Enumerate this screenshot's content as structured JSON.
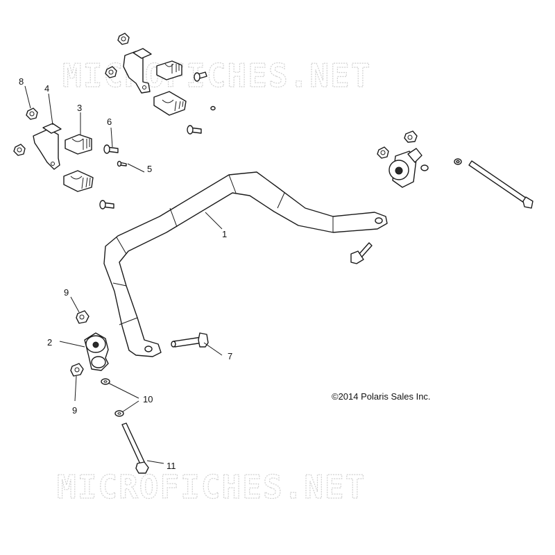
{
  "watermark_text": "MICROFICHES.NET",
  "copyright": "©2014 Polaris Sales Inc.",
  "callouts": {
    "c1": "1",
    "c2": "2",
    "c3": "3",
    "c4": "4",
    "c5": "5",
    "c6": "6",
    "c7": "7",
    "c8": "8",
    "c9a": "9",
    "c9b": "9",
    "c10": "10",
    "c11": "11"
  },
  "colors": {
    "line": "#1a1a1a",
    "watermark": "#d0d0d0",
    "background": "#ffffff"
  }
}
